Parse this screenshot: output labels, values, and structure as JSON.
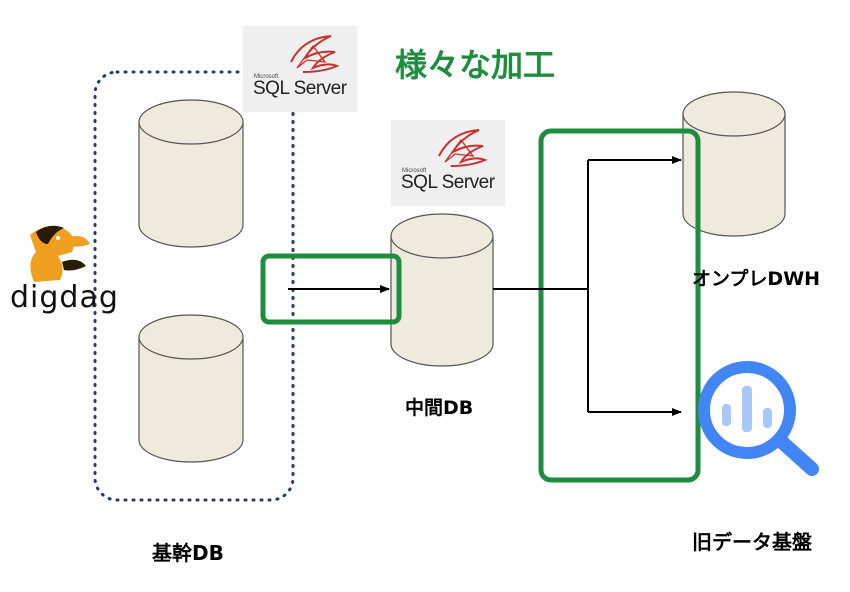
{
  "title": "様々な加工",
  "labels": {
    "core_db": "基幹DB",
    "intermediate_db": "中間DB",
    "onprem_dwh": "オンプレDWH",
    "legacy_platform": "旧データ基盤"
  },
  "logos": {
    "sql_server_text": "SQL Server",
    "sql_server_microsoft": "Microsoft",
    "digdag_text": "digdag"
  },
  "colors": {
    "title": "#1e8e3e",
    "highlight_box": "#1e8e3e",
    "cylinder_fill": "#eeeade",
    "cylinder_stroke": "#555555",
    "dotted_border": "#1f3a6e",
    "bigquery_blue": "#4285f4",
    "sql_red": "#c8312e"
  }
}
